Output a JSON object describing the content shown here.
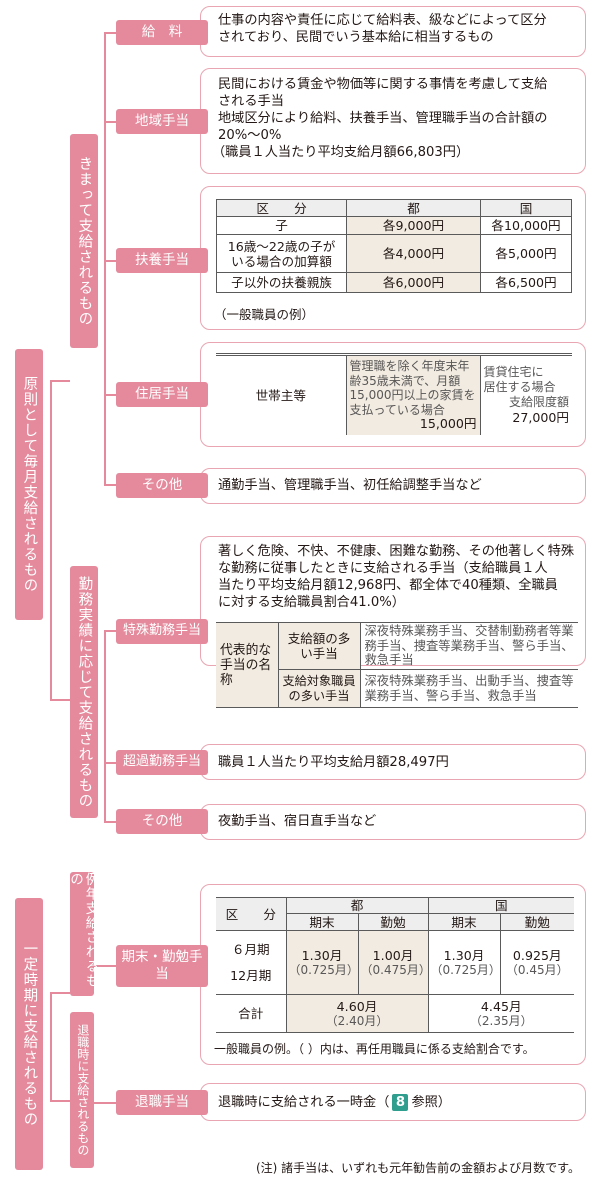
{
  "root": {
    "monthly": "原則として毎月支給されるもの",
    "fixed": "一定時期に支給されるもの"
  },
  "groups": {
    "kimatte": "きまって支給されるもの",
    "kinmu": "勤務実績に応じて支給されるもの",
    "reinen": "例年支給されるもの",
    "taishoku": "退職時に支給されるもの"
  },
  "kyuryo": {
    "tag": "給　料",
    "text": [
      "仕事の内容や責任に応じて給料表、級などによって区分",
      "されており、民間でいう基本給に相当するもの"
    ]
  },
  "chiiki": {
    "tag": "地域手当",
    "text": [
      "民間における賃金や物価等に関する事情を考慮して支給",
      "される手当",
      "地域区分により給料、扶養手当、管理職手当の合計額の",
      "20%〜0%",
      "（職員１人当たり平均支給月額66,803円）"
    ]
  },
  "fuyo": {
    "tag": "扶養手当",
    "headers": [
      "区　　分",
      "都",
      "国"
    ],
    "rows": [
      {
        "label": "子",
        "to": "各9,000円",
        "kuni": "各10,000円"
      },
      {
        "label": "16歳〜22歳の子がいる場合の加算額",
        "to": "各4,000円",
        "kuni": "各5,000円"
      },
      {
        "label": "子以外の扶養親族",
        "to": "各6,000円",
        "kuni": "各6,500円"
      }
    ],
    "note": "（一般職員の例）"
  },
  "jukyo": {
    "tag": "住居手当",
    "label": "世帯主等",
    "to_desc": "管理職を除く年度末年齢35歳未満で、月額15,000円以上の家賃を支払っている場合",
    "to_amount": "15,000円",
    "kuni_desc1": "賃貸住宅に",
    "kuni_desc2": "居住する場合",
    "kuni_desc3": "支給限度額",
    "kuni_amount": "27,000円"
  },
  "sonota1": {
    "tag": "その他",
    "text": "通勤手当、管理職手当、初任給調整手当など"
  },
  "tokushu": {
    "tag": "特殊勤務手当",
    "text": [
      "著しく危険、不快、不健康、困難な勤務、その他著しく特殊",
      "な勤務に従事したときに支給される手当（支給職員１人",
      "当たり平均支給月額12,968円、都全体で40種類、全職員",
      "に対する支給職員割合41.0%）"
    ],
    "table_label": "代表的な手当の名称",
    "row1_label": "支給額の多い手当",
    "row1_value": "深夜特殊業務手当、交替制勤務者等業務手当、捜査等業務手当、警ら手当、救急手当",
    "row2_label": "支給対象職員の多い手当",
    "row2_value": "深夜特殊業務手当、出動手当、捜査等業務手当、警ら手当、救急手当"
  },
  "choka": {
    "tag": "超過勤務手当",
    "text": "職員１人当たり平均支給月額28,497円"
  },
  "sonota2": {
    "tag": "その他",
    "text": "夜勤手当、宿日直手当など"
  },
  "kimatsu": {
    "tag": "期末・勤勉手当",
    "h_kubun": "区　　分",
    "h_to": "都",
    "h_kuni": "国",
    "h_kimatsu": "期末",
    "h_kinben": "勤勉",
    "row_june": "６月期",
    "row_dec": "12月期",
    "to_kimatsu": "1.30月",
    "to_kimatsu_sub": "（0.725月）",
    "to_kinben": "1.00月",
    "to_kinben_sub": "（0.475月）",
    "kuni_kimatsu": "1.30月",
    "kuni_kimatsu_sub": "（0.725月）",
    "kuni_kinben": "0.925月",
    "kuni_kinben_sub": "（0.45月）",
    "row_total": "合計",
    "to_total": "4.60月",
    "to_total_sub": "（2.40月）",
    "kuni_total": "4.45月",
    "kuni_total_sub": "（2.35月）",
    "note": "一般職員の例。（ ）内は、再任用職員に係る支給割合です。"
  },
  "taishoku": {
    "tag": "退職手当",
    "text_before": "退職時に支給される一時金（",
    "badge": "8",
    "text_after": "参照）"
  },
  "footnote": "(注) 諸手当は、いずれも元年勧告前の金額および月数です。",
  "colors": {
    "accent": "#e48a9c",
    "border": "#e9a5b2",
    "beige": "#f1ebe1",
    "badge": "#2f9e8f"
  }
}
